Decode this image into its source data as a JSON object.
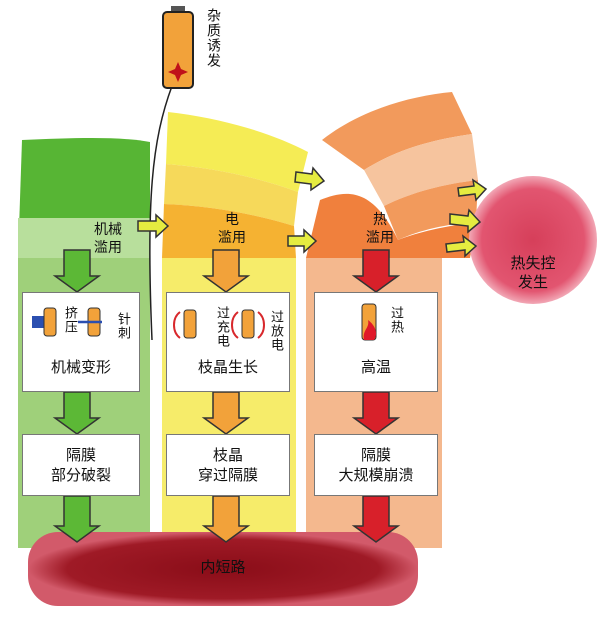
{
  "colors": {
    "green": "#5cb836",
    "green_light": "#a9d88a",
    "yellow": "#f3e23a",
    "yellow_light": "#f7f18e",
    "orange": "#f19a55",
    "orange_light": "#f6c3a0",
    "dark_red": "#9a1722",
    "pink": "#e0506a",
    "battery": "#f2a23a"
  },
  "impurity": {
    "label": "杂质诱发"
  },
  "columns": [
    {
      "abuse": "机械\n滥用",
      "mini_labels": [
        "挤压",
        "针刺"
      ],
      "stage1": "机械变形",
      "stage2": "隔膜\n部分破裂"
    },
    {
      "abuse": "电\n滥用",
      "mini_labels": [
        "过充电",
        "过放电"
      ],
      "stage1": "枝晶生长",
      "stage2": "枝晶\n穿过隔膜"
    },
    {
      "abuse": "热\n滥用",
      "mini_labels": [
        "过热"
      ],
      "stage1": "高温",
      "stage2": "隔膜\n大规模崩溃"
    }
  ],
  "internal_short": {
    "label": "内短路"
  },
  "thermal_runaway": {
    "label": "热失控\n发生"
  }
}
